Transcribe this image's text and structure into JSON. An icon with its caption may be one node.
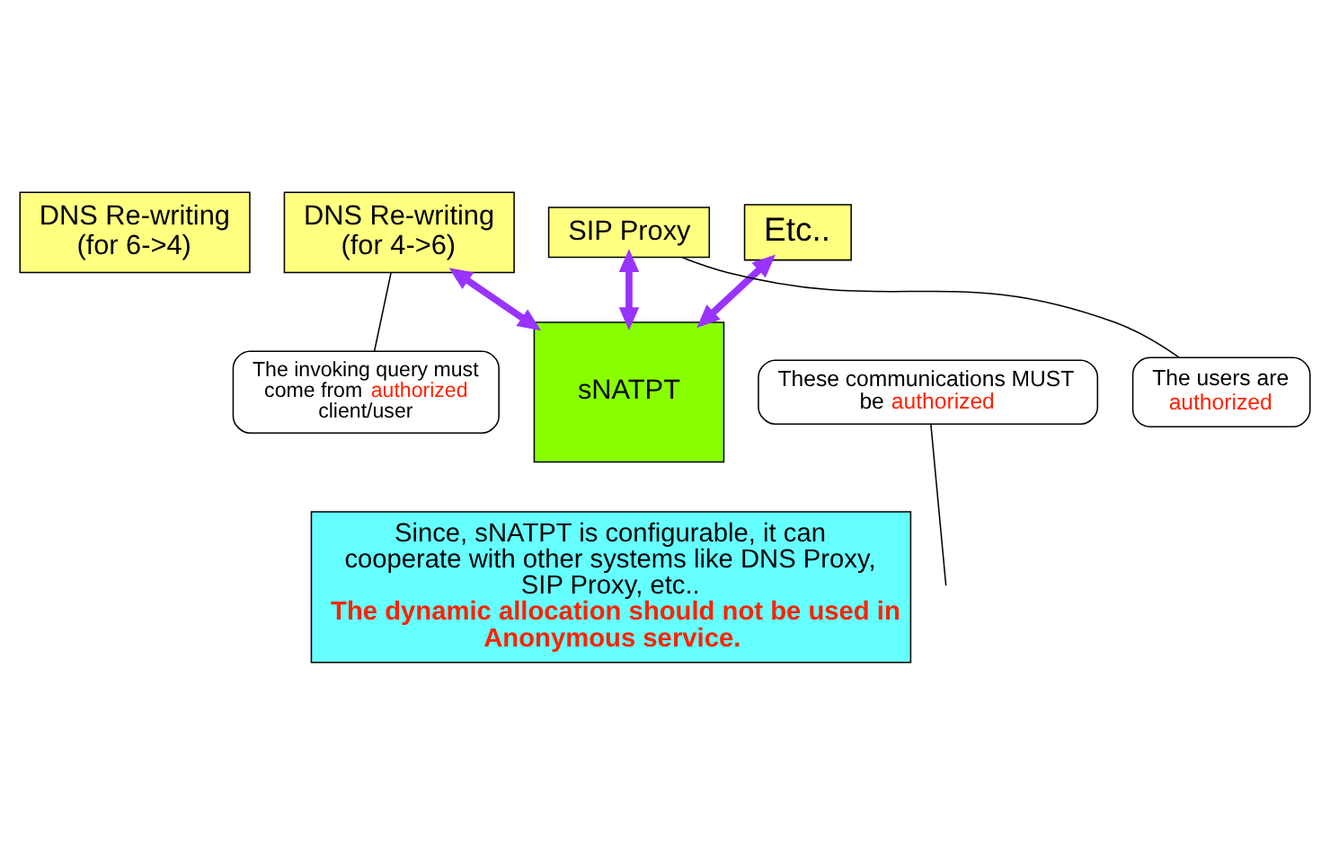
{
  "diagram": {
    "nodes": [
      {
        "text": [
          "DNS Re-writing (for 6->4)"
        ]
      },
      {
        "text": [
          "DNS Re-writing (for 4->6)"
        ]
      },
      {
        "text": [
          "SIP Proxy"
        ]
      },
      {
        "text": [
          "Etc.."
        ]
      },
      {
        "text": [
          "The invoking query must come from *authorized* client/user"
        ]
      },
      {
        "text": [
          "sNATPT"
        ]
      },
      {
        "text": [
          "The users are *authorized*"
        ]
      },
      {
        "text": [
          "These communications MUST be *authorized*"
        ]
      },
      {
        "text": [
          "Since, sNATPT is configurable, it can cooperate with other systems like DNS Proxy, SIP Proxy, etc..",
          "The dynamic allocation should not be used in Anonymous service."
        ]
      }
    ],
    "edges": [
      {
        "from": 1,
        "to": 5,
        "arrow": "both",
        "style": "thick",
        "color": "#9933ff"
      },
      {
        "from": 2,
        "to": 5,
        "arrow": "both",
        "style": "thick",
        "color": "#9933ff"
      },
      {
        "from": 3,
        "to": 5,
        "arrow": "both",
        "style": "thick",
        "color": "#9933ff"
      },
      {
        "from": 4,
        "to": 1,
        "arrow": "none",
        "color": "#000000"
      },
      {
        "from": 6,
        "to": 2,
        "arrow": "none",
        "color": "#000000"
      },
      {
        "from": 7,
        "to": null,
        "arrow": "none",
        "color": "#000000"
      }
    ]
  }
}
